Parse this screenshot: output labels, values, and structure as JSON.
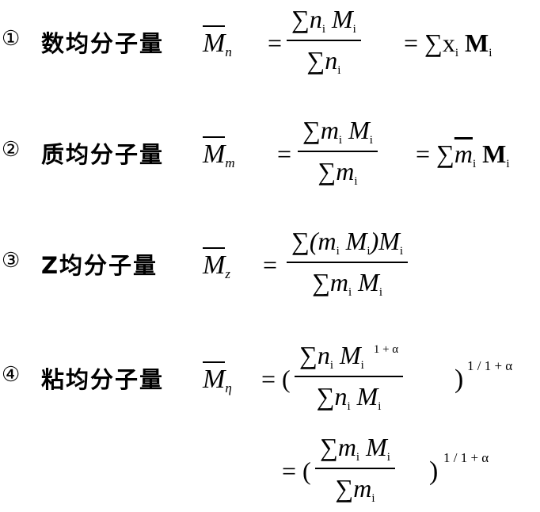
{
  "rows": [
    {
      "mark": "①",
      "label": "数均分子量",
      "lhs_sym": "M",
      "lhs_sub": "n",
      "eq": "=",
      "num": [
        {
          "t": "∑n",
          "s": "i"
        },
        {
          "t": " M",
          "s": "i"
        }
      ],
      "den": [
        {
          "t": "∑n",
          "s": "i"
        }
      ],
      "rhs": [
        {
          "t": "= ∑x",
          "s": "i"
        },
        {
          "t": " M",
          "s": "i"
        }
      ]
    },
    {
      "mark": "②",
      "label": "质均分子量",
      "lhs_sym": "M",
      "lhs_sub": "m",
      "eq": "=",
      "num": [
        {
          "t": "∑m",
          "s": "i"
        },
        {
          "t": " M",
          "s": "i"
        }
      ],
      "den": [
        {
          "t": "∑m",
          "s": "i"
        }
      ],
      "rhs": [
        {
          "t": "= ∑",
          "s": ""
        },
        {
          "t": "m",
          "s": "i"
        },
        {
          "t": " M",
          "s": "i"
        }
      ]
    },
    {
      "mark": "③",
      "label": "Z均分子量",
      "lhs_sym": "M",
      "lhs_sub": "z",
      "eq": "=",
      "num": [
        {
          "t": "∑(m",
          "s": "i"
        },
        {
          "t": " M",
          "s": "i"
        },
        {
          "t": ")M",
          "s": "i"
        }
      ],
      "den": [
        {
          "t": "∑m",
          "s": "i"
        },
        {
          "t": " M",
          "s": "i"
        }
      ]
    },
    {
      "mark": "④",
      "label": "粘均分子量",
      "lhs_sym": "M",
      "lhs_sub": "η",
      "eq": "= (",
      "num": [
        {
          "t": "∑n",
          "s": "i"
        },
        {
          "t": " M",
          "s": "i"
        }
      ],
      "num_sup": "1 + α",
      "den": [
        {
          "t": "∑n",
          "s": "i"
        },
        {
          "t": " M",
          "s": "i"
        }
      ],
      "close": ")",
      "power": "1 / 1 + α"
    },
    {
      "eq": "= (",
      "num": [
        {
          "t": "∑m",
          "s": "i"
        },
        {
          "t": " M",
          "s": "i"
        }
      ],
      "den": [
        {
          "t": "∑m",
          "s": "i"
        }
      ],
      "close": ")",
      "power": "1 / 1 + α"
    }
  ]
}
